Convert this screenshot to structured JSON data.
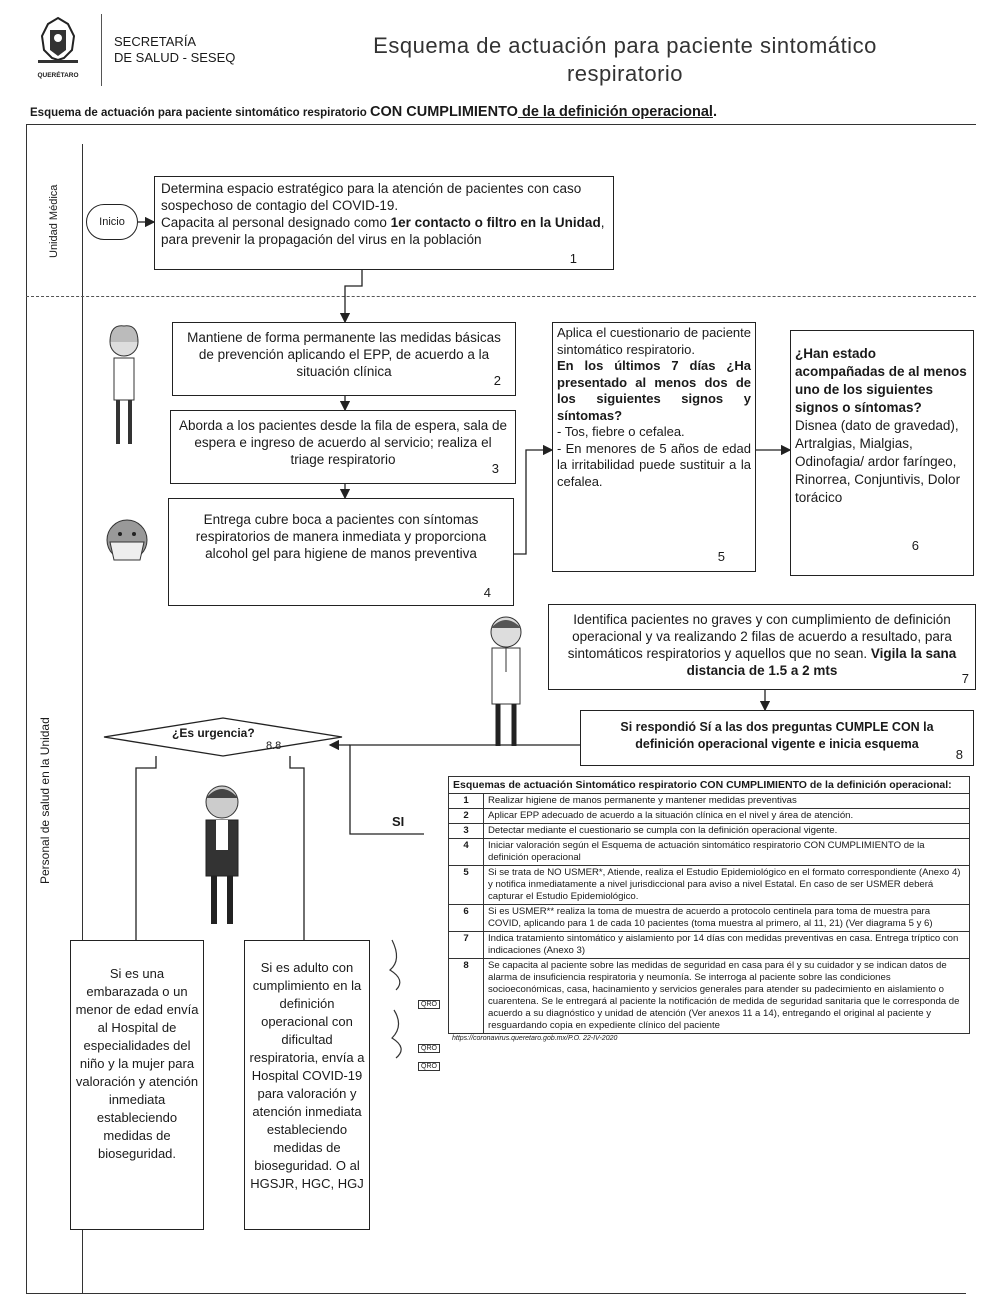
{
  "header": {
    "logo_caption": "QUERÉTARO",
    "org_line1": "SECRETARÍA",
    "org_line2": "DE SALUD - SESEQ",
    "title_line1": "Esquema de actuación para paciente sintomático",
    "title_line2": "respiratorio"
  },
  "subtitle": {
    "part1": "Esquema de actuación para paciente sintomático respiratorio ",
    "part2": "CON CUMPLIMIENTO",
    "part3": " de la definición operacional",
    "period": "."
  },
  "lanes": {
    "top": "Unidad Médica",
    "bottom": "Personal de salud en la Unidad"
  },
  "start_label": "Inicio",
  "steps": {
    "s1": {
      "text_a": "Determina espacio estratégico para la atención de pacientes con caso sospechoso de contagio del COVID-19.",
      "text_b": "Capacita al personal designado como ",
      "bold": "1er contacto o filtro en la Unidad",
      "text_c": ", para prevenir la propagación del virus en la población",
      "num": "1"
    },
    "s2": {
      "text": "Mantiene de forma permanente las medidas básicas de prevención aplicando el EPP, de acuerdo a la situación clínica",
      "num": "2"
    },
    "s3": {
      "text": "Aborda a los pacientes desde la fila de espera, sala de espera e ingreso de acuerdo al servicio; realiza el triage respiratorio",
      "num": "3"
    },
    "s4": {
      "text": "Entrega cubre boca a pacientes con síntomas respiratorios de manera inmediata y proporciona alcohol gel para higiene de manos preventiva",
      "num": "4"
    },
    "s5": {
      "text_a": "Aplica el cuestionario de paciente sintomático respiratorio.",
      "bold": "En los últimos 7 días ¿Ha presentado al menos dos de los siguientes signos y síntomas?",
      "line1": "- Tos, fiebre o cefalea.",
      "line2": "- En menores de 5 años de edad la irritabilidad puede sustituir a la cefalea.",
      "num": "5"
    },
    "s6": {
      "bold": "¿Han estado acompañadas de al menos uno de los siguientes signos o síntomas?",
      "text": "Disnea (dato de gravedad), Artralgias, Mialgias, Odinofagia/ ardor faríngeo, Rinorrea, Conjuntivis, Dolor torácico",
      "num": "6"
    },
    "s7": {
      "text_a": "Identifica pacientes no graves y con cumplimiento de definición operacional y va realizando 2 filas de acuerdo a resultado, para sintomáticos respiratorios y aquellos que no sean. ",
      "bold": "Vigila la sana distancia de 1.5 a 2 mts",
      "num": "7"
    },
    "s8": {
      "text": "Si respondió Sí a las dos preguntas CUMPLE CON la definición operacional vigente e inicia esquema",
      "num": "8"
    }
  },
  "decision": {
    "label": "¿Es urgencia?",
    "num": "8.8",
    "yes": "SI"
  },
  "outcome_left": "Si es una embarazada o un menor de edad envía al Hospital de especialidades del niño y la mujer para valoración y atención inmediata estableciendo medidas de bioseguridad.",
  "outcome_right": "Si es adulto con cumplimiento en la definición operacional con dificultad respiratoria, envía a Hospital COVID-19 para valoración y atención inmediata estableciendo medidas de bioseguridad. O al HGSJR, HGC, HGJ",
  "summary": {
    "title": "Esquemas de actuación Sintomático respiratorio CON CUMPLIMIENTO de la definición operacional:",
    "rows": [
      {
        "n": "1",
        "text": "Realizar higiene de manos permanente y mantener medidas preventivas"
      },
      {
        "n": "2",
        "text": "Aplicar EPP adecuado de acuerdo a la situación clínica en el nivel y área de atención."
      },
      {
        "n": "3",
        "text": "Detectar mediante el cuestionario se cumpla con la definición operacional vigente."
      },
      {
        "n": "4",
        "text": "Iniciar valoración según el Esquema de actuación sintomático respiratorio CON CUMPLIMIENTO de la definición operacional"
      },
      {
        "n": "5",
        "text": "Si se trata de NO USMER*, Atiende, realiza el Estudio Epidemiológico en el formato correspondiente (Anexo 4) y notifica inmediatamente a nivel jurisdiccional para aviso a nivel Estatal. En caso de ser USMER deberá capturar el Estudio Epidemiológico."
      },
      {
        "n": "6",
        "text": "Si es USMER** realiza la toma de muestra de acuerdo a protocolo centinela para toma de muestra para COVID, aplicando para 1 de cada 10 pacientes (toma muestra al primero, al 11, 21) (Ver diagrama 5 y 6)"
      },
      {
        "n": "7",
        "text": "Indica tratamiento sintomático y aislamiento por 14 días con medidas preventivas en casa. Entrega tríptico con indicaciones (Anexo 3)"
      },
      {
        "n": "8",
        "text": "Se capacita al paciente sobre las medidas de seguridad en casa para él y su cuidador y se indican datos de alarma de insuficiencia respiratoria y neumonía. Se interroga al paciente sobre las condiciones socioeconómicas, casa, hacinamiento y servicios generales para atender su padecimiento en aislamiento o cuarentena. Se le entregará al paciente la notificación de medida de seguridad sanitaria que le corresponda de acuerdo a su diagnóstico y unidad de atención (Ver anexos 11 a 14), entregando el original al paciente y resguardando copia en expediente clínico del paciente"
      }
    ],
    "link": "https://coronavirus.queretaro.gob.mx/P.O. 22-IV-2020"
  },
  "stamps": [
    "QRO",
    "QRO",
    "QRO"
  ]
}
